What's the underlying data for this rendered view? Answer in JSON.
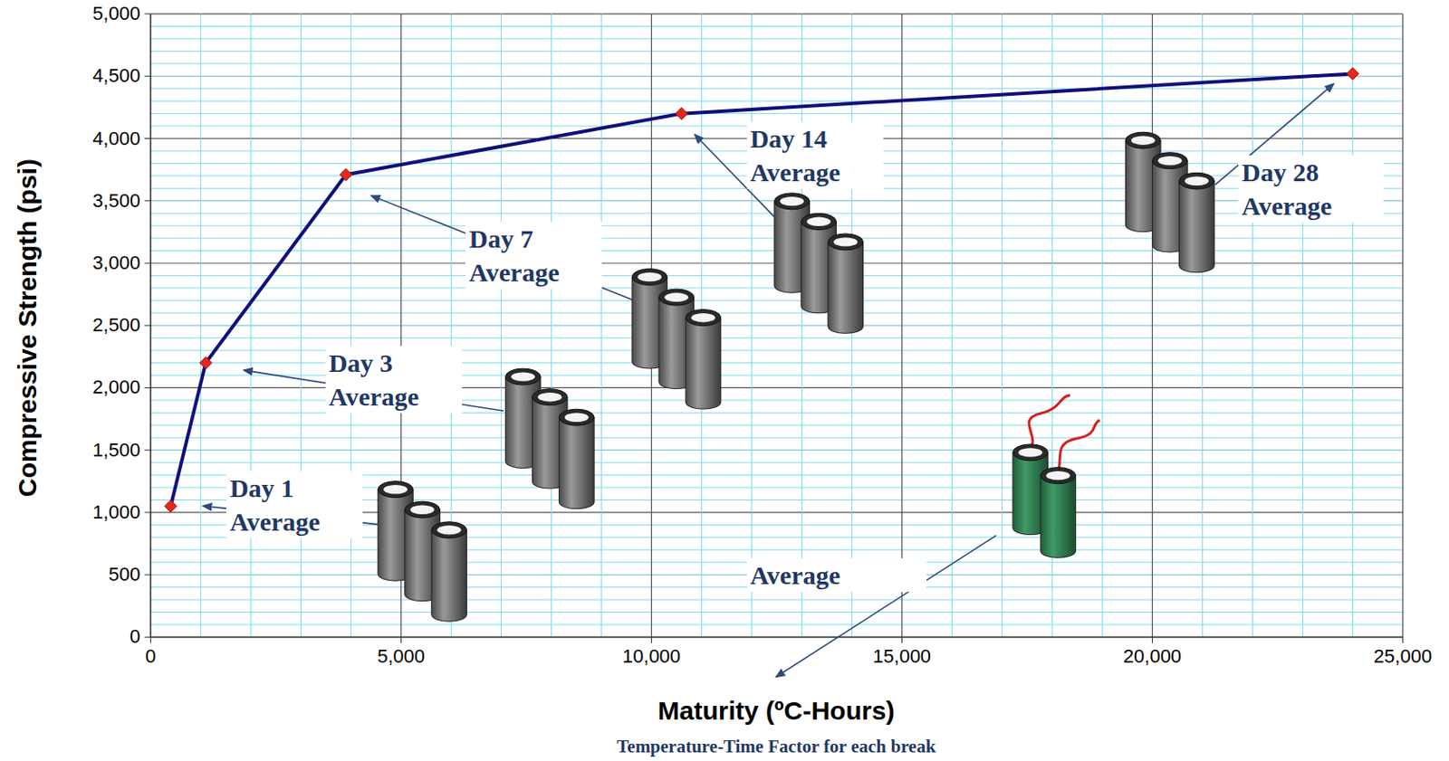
{
  "diagram": {
    "caption": "Temperature-Time Factor for each break",
    "labels": [
      "Compressive Strength (psi)",
      "Maturity (ºC-Hours)",
      "0",
      "500",
      "1,000",
      "1,500",
      "2,000",
      "2,500",
      "3,000",
      "3,500",
      "4,000",
      "4,500",
      "5,000",
      "0",
      "5,000",
      "10,000",
      "15,000",
      "20,000",
      "25,000",
      "Day 1 Average",
      "Day 3 Average",
      "Day 7 Average",
      "Day 14 Average",
      "Day 28 Average",
      "Average"
    ]
  }
}
